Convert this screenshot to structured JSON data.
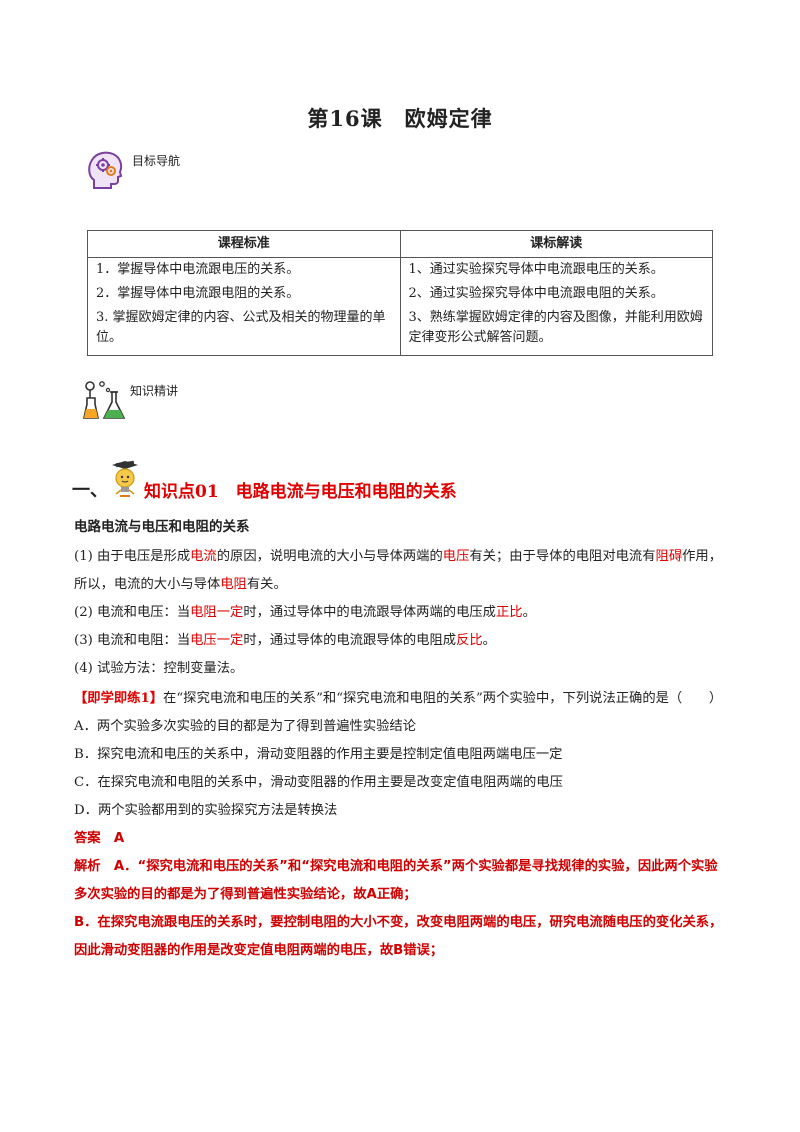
{
  "title": "第16课　欧姆定律",
  "nav": {
    "label": "目标导航"
  },
  "standards_table": {
    "headers": [
      "课程标准",
      "课标解读"
    ],
    "rows": [
      [
        "1．掌握导体中电流跟电压的关系。",
        "1、通过实验探究导体中电流跟电压的关系。"
      ],
      [
        "2．掌握导体中电流跟电阻的关系。",
        "2、通过实验探究导体中电流跟电阻的关系。"
      ],
      [
        "3. 掌握欧姆定律的内容、公式及相关的物理量的单位。",
        "3、熟练掌握欧姆定律的内容及图像，并能利用欧姆定律变形公式解答问题。"
      ]
    ]
  },
  "knowledge": {
    "label": "知识精讲"
  },
  "section": {
    "number": "一、",
    "heading": "知识点01　电路电流与电压和电阻的关系"
  },
  "subheading": "电路电流与电压和电阻的关系",
  "points": {
    "p1": {
      "a": "(1) 由于电压是形成",
      "r1": "电流",
      "b": "的原因，说明电流的大小与导体两端的",
      "r2": "电压",
      "c": "有关；由于导体的电阻对电流有",
      "r3": "阻碍",
      "d": "作用，所以，电流的大小与导体",
      "r4": "电阻",
      "e": "有关。"
    },
    "p2": {
      "a": "(2) 电流和电压：当",
      "r1": "电阻一定",
      "b": "时，通过导体中的电流跟导体两端的电压成",
      "r2": "正比",
      "c": "。"
    },
    "p3": {
      "a": "(3) 电流和电阻：当",
      "r1": "电压一定",
      "b": "时，通过导体的电流跟导体的电阻成",
      "r2": "反比",
      "c": "。"
    },
    "p4": "(4) 试验方法：控制变量法。"
  },
  "exercise": {
    "tag": "【即学即练1】",
    "stem": "在“探究电流和电压的关系”和“探究电流和电阻的关系”两个实验中，下列说法正确的是（　　）",
    "options": [
      "A．两个实验多次实验的目的都是为了得到普遍性实验结论",
      "B．探究电流和电压的关系中，滑动变阻器的作用主要是控制定值电阻两端电压一定",
      "C．在探究电流和电阻的关系中，滑动变阻器的作用主要是改变定值电阻两端的电压",
      "D．两个实验都用到的实验探究方法是转换法"
    ],
    "answer": "答案　A",
    "analysis_a": "解析　A．“探究电流和电压的关系”和“探究电流和电阻的关系”两个实验都是寻找规律的实验，因此两个实验多次实验的目的都是为了得到普遍性实验结论，故A正确；",
    "analysis_b": "B．在探究电流跟电压的关系时，要控制电阻的大小不变，改变电阻两端的电压，研究电流随电压的变化关系，因此滑动变阻器的作用是改变定值电阻两端的电压，故B错误；"
  },
  "colors": {
    "highlight": "#e00000",
    "head_icon": "#7b3fa0",
    "flask_orange": "#f5a623",
    "flask_green": "#4caf50",
    "bulb_yellow": "#f7c948"
  },
  "icons": [
    "head-gears-icon",
    "flask-icon",
    "lightbulb-mascot-icon"
  ]
}
